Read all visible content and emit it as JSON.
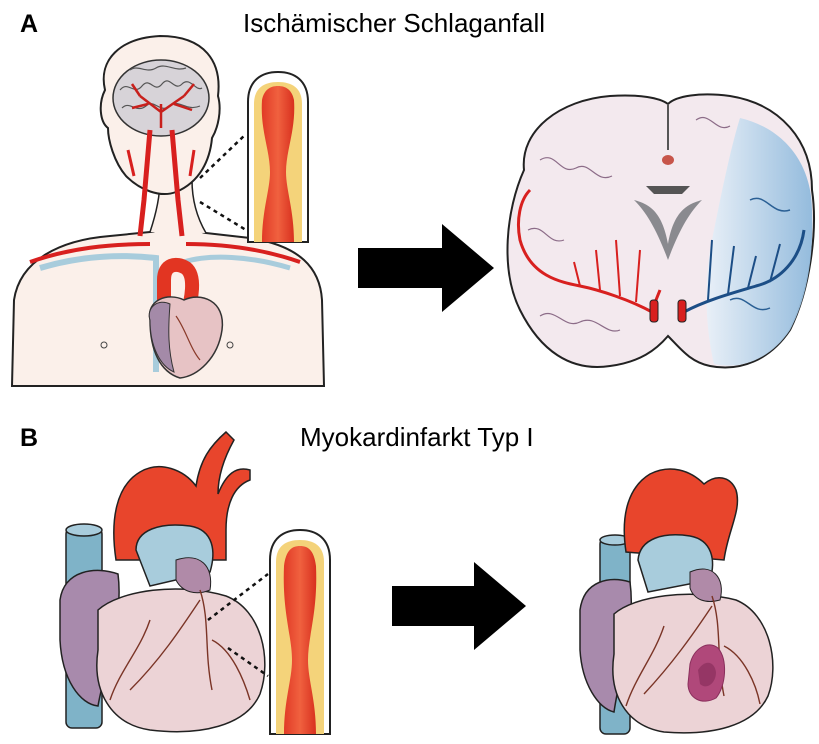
{
  "panels": [
    {
      "letter": "A",
      "title": "Ischämischer Schlaganfall"
    },
    {
      "letter": "B",
      "title": "Myokardinfarkt Typ I"
    }
  ],
  "colors": {
    "artery": "#d8201f",
    "artery_light": "#ec4a35",
    "vein": "#a8ccdc",
    "skin_outline": "#222222",
    "brain_tissue": "#f3e9ee",
    "ischemic_region": "#a6c8e4",
    "plaque": "#f4d37a",
    "heart_pink": "#ecd3d6",
    "heart_purple": "#b08aa8",
    "infarct": "#b0487a"
  },
  "icons": [
    "human-torso-vasculature",
    "plaque-artery-section",
    "brain-coronal-section",
    "arrow-right",
    "heart-anterior-view",
    "heart-with-infarct"
  ]
}
